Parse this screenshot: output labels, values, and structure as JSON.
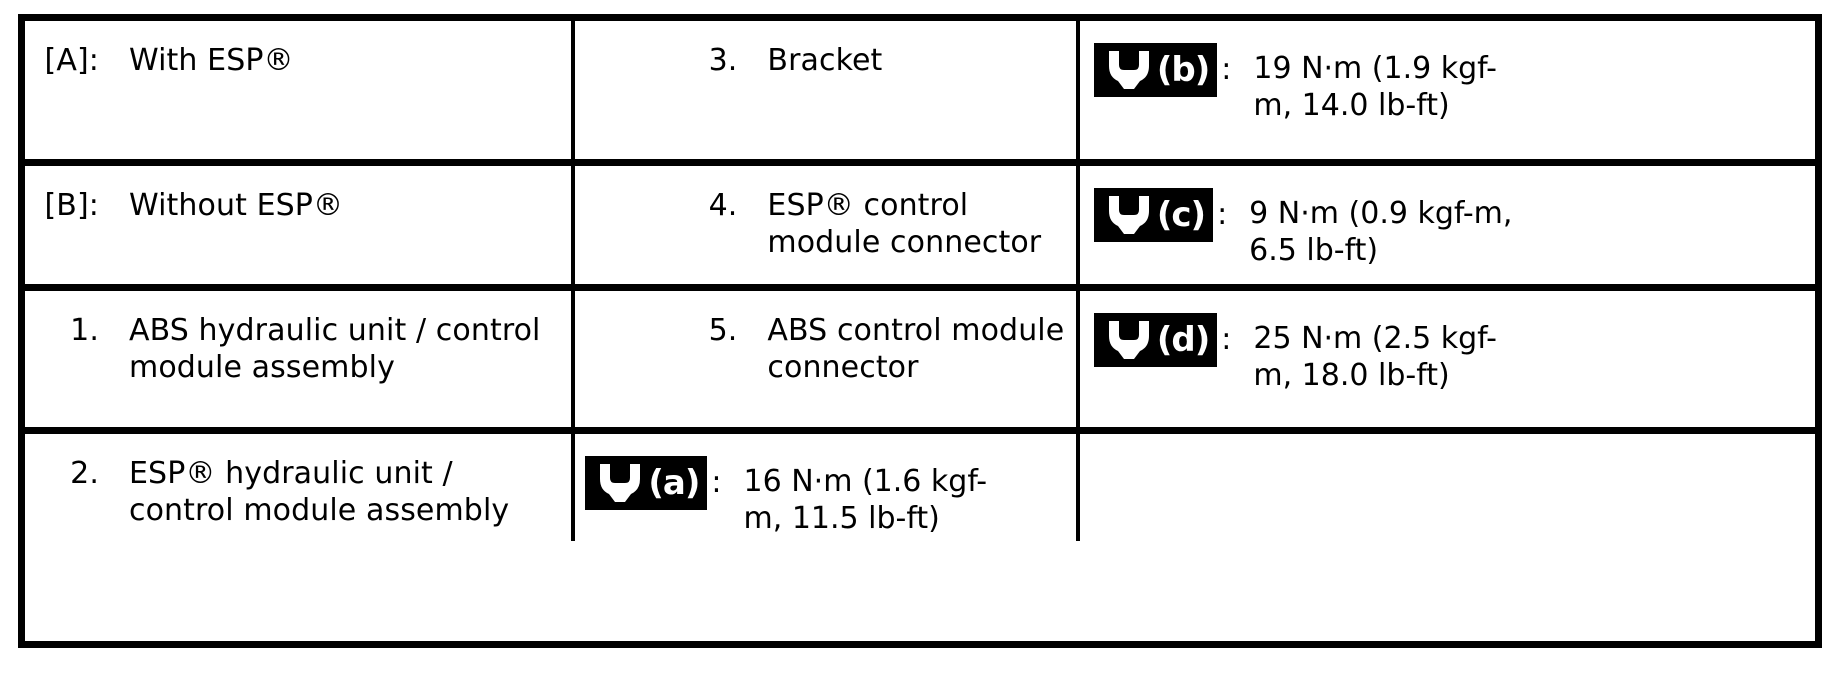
{
  "document": {
    "type": "service-manual-component-table",
    "title": "ABS / ESP hydraulic unit component and torque table"
  },
  "icons": {
    "wrench": "wrench-icon",
    "badge_suffix_open": "(",
    "badge_suffix_close": ")",
    "colon": ":"
  },
  "colors": {
    "ink": "#000000",
    "paper": "#ffffff"
  },
  "rows": [
    {
      "left": {
        "num": "[A]:",
        "label": "With ESP®"
      },
      "middle": {
        "num": "3.",
        "label": "Bracket"
      },
      "right": {
        "badge": "(b)",
        "value": "19 N·m (1.9 kgf-m, 14.0 lb-ft)"
      }
    },
    {
      "left": {
        "num": "[B]:",
        "label": "Without ESP®"
      },
      "middle": {
        "num": "4.",
        "label": "ESP® control module connector"
      },
      "right": {
        "badge": "(c)",
        "value": "9 N·m (0.9 kgf-m, 6.5 lb-ft)"
      }
    },
    {
      "left": {
        "num": "1.",
        "label": "ABS hydraulic unit / control module assembly"
      },
      "middle": {
        "num": "5.",
        "label": "ABS control module connector"
      },
      "right": {
        "badge": "(d)",
        "value": "25 N·m (2.5 kgf-m, 18.0 lb-ft)"
      }
    },
    {
      "left": {
        "num": "2.",
        "label": "ESP® hydraulic unit / control module assembly"
      },
      "middle": {
        "badge": "(a)",
        "value": "16 N·m (1.6 kgf-m, 11.5 lb-ft)"
      },
      "right": {
        "empty": true
      }
    }
  ]
}
